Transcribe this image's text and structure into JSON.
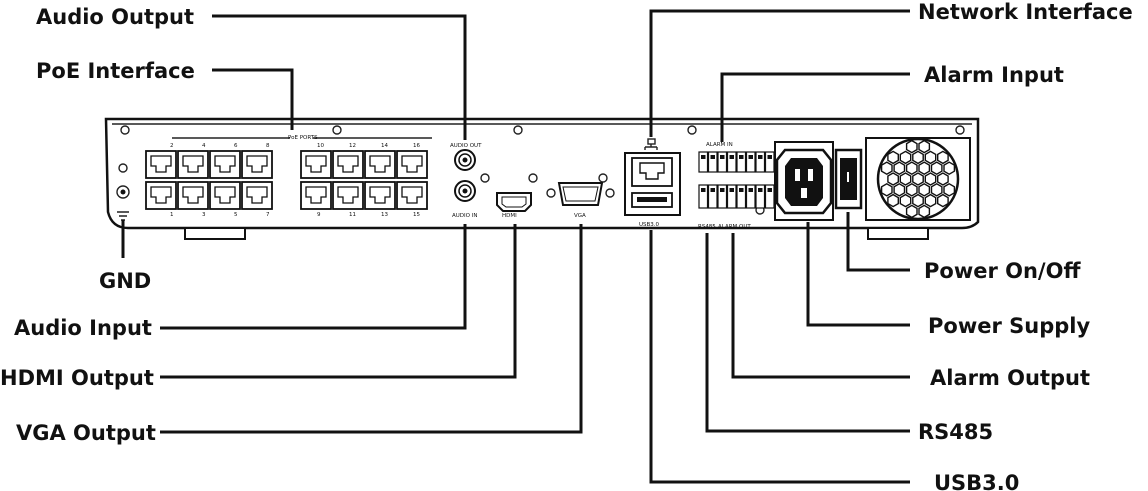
{
  "labels": {
    "audio_output": "Audio Output",
    "poe_interface": "PoE Interface",
    "gnd": "GND",
    "audio_input": "Audio Input",
    "hdmi_output": "HDMI Output",
    "vga_output": "VGA Output",
    "network_interface": "Network Interface",
    "alarm_input": "Alarm Input",
    "power_on_off": "Power On/Off",
    "power_supply": "Power Supply",
    "alarm_output": "Alarm Output",
    "rs485": "RS485",
    "usb30": "USB3.0"
  },
  "panel": {
    "poe_ports": "PoE PORTS",
    "audio_out": "AUDIO OUT",
    "audio_in": "AUDIO IN",
    "hdmi": "HDMI",
    "vga": "VGA",
    "usb": "USB3.0",
    "alarm_in": "ALARM IN",
    "alarm_out": "ALARM OUT",
    "rs485": "RS485",
    "top_nums": [
      "2",
      "4",
      "6",
      "8",
      "10",
      "12",
      "14",
      "16"
    ],
    "bottom_nums": [
      "1",
      "3",
      "5",
      "7",
      "9",
      "11",
      "13",
      "15"
    ]
  }
}
